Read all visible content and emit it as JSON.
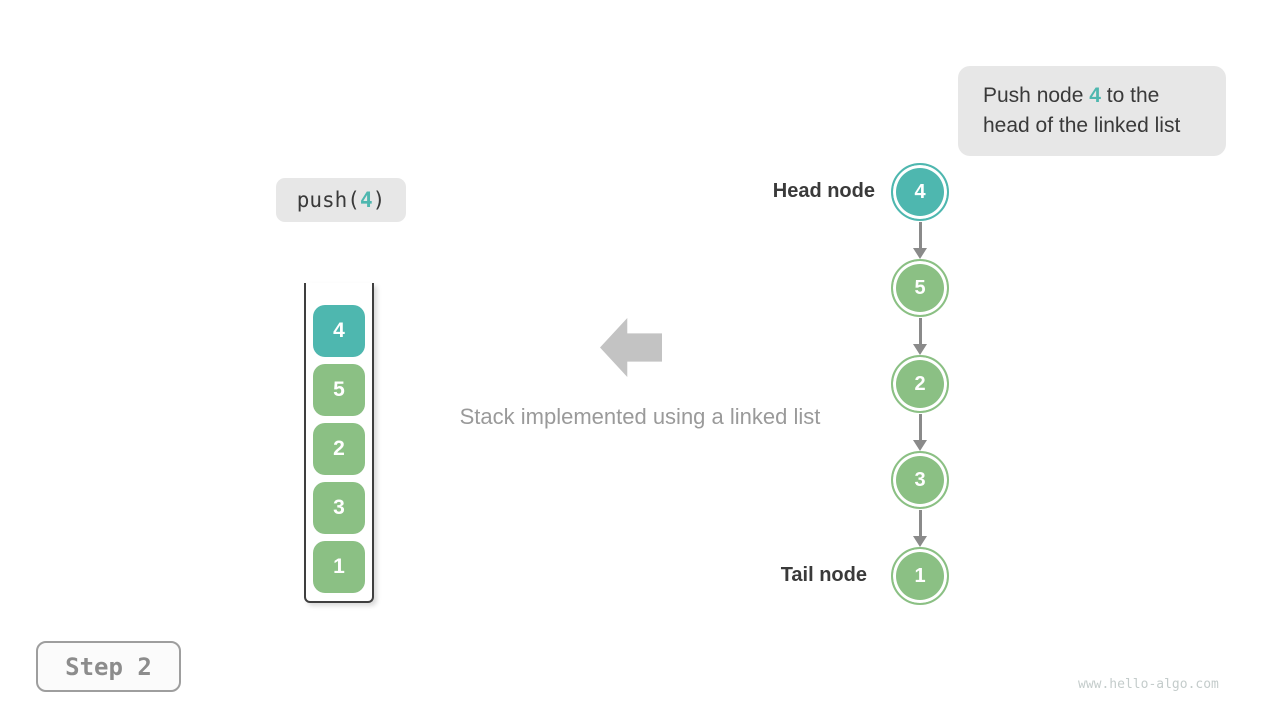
{
  "colors": {
    "teal": "#4eb7af",
    "green": "#8bc084",
    "arrow_gray": "#8a8a8a",
    "big_arrow_gray": "#c3c3c3",
    "badge_bg": "#e7e7e7",
    "text_dark": "#3a3a3a",
    "text_gray": "#9a9a9a"
  },
  "callout": {
    "text_before": "Push node ",
    "highlight": "4",
    "text_after": " to the head of the linked list"
  },
  "operation": {
    "fn": "push(",
    "arg": "4",
    "close": ")"
  },
  "stack": {
    "blocks": [
      {
        "value": "4"
      },
      {
        "value": "5"
      },
      {
        "value": "2"
      },
      {
        "value": "3"
      },
      {
        "value": "1"
      }
    ]
  },
  "caption": "Stack implemented using a linked list",
  "linked_list": {
    "head_label": "Head node",
    "tail_label": "Tail node",
    "nodes": [
      {
        "value": "4"
      },
      {
        "value": "5"
      },
      {
        "value": "2"
      },
      {
        "value": "3"
      },
      {
        "value": "1"
      }
    ]
  },
  "step_badge": "Step 2",
  "watermark": "www.hello-algo.com"
}
